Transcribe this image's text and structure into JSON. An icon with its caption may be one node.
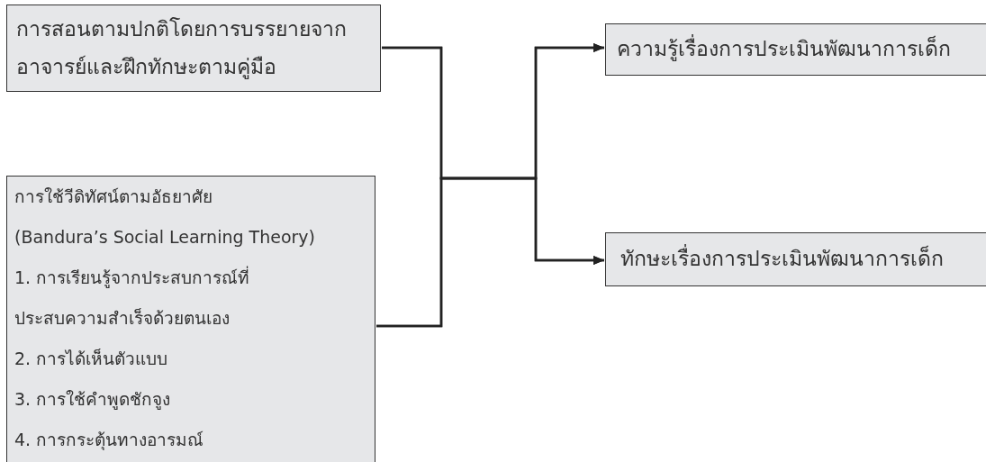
{
  "diagram": {
    "nodes": [
      {
        "text": [
          "การสอนตามปกติโดยการบรรยายจากอาจารย์และฝึกทักษะตามคู่มือ"
        ]
      },
      {
        "text": [
          "การใช้วีดิทัศน์ตามอัธยาศัย",
          "(Bandura’s Social Learning Theory)",
          "1. การเรียนรู้จากประสบการณ์ที่ประสบความสำเร็จด้วยตนเอง",
          "2. การได้เห็นตัวแบบ",
          "3. การใช้คำพูดชักจูง",
          "4. การกระตุ้นทางอารมณ์"
        ]
      },
      {
        "text": [
          "ความรู้เรื่องการประเมินพัฒนาการเด็ก"
        ]
      },
      {
        "text": [
          "ทักษะเรื่องการประเมินพัฒนาการเด็ก"
        ]
      }
    ],
    "edges": [
      {
        "from": 0,
        "to": 2,
        "arrow": "to"
      },
      {
        "from": 0,
        "to": 3,
        "arrow": "to"
      },
      {
        "from": 1,
        "to": 2,
        "arrow": "to"
      },
      {
        "from": 1,
        "to": 3,
        "arrow": "to"
      }
    ]
  }
}
